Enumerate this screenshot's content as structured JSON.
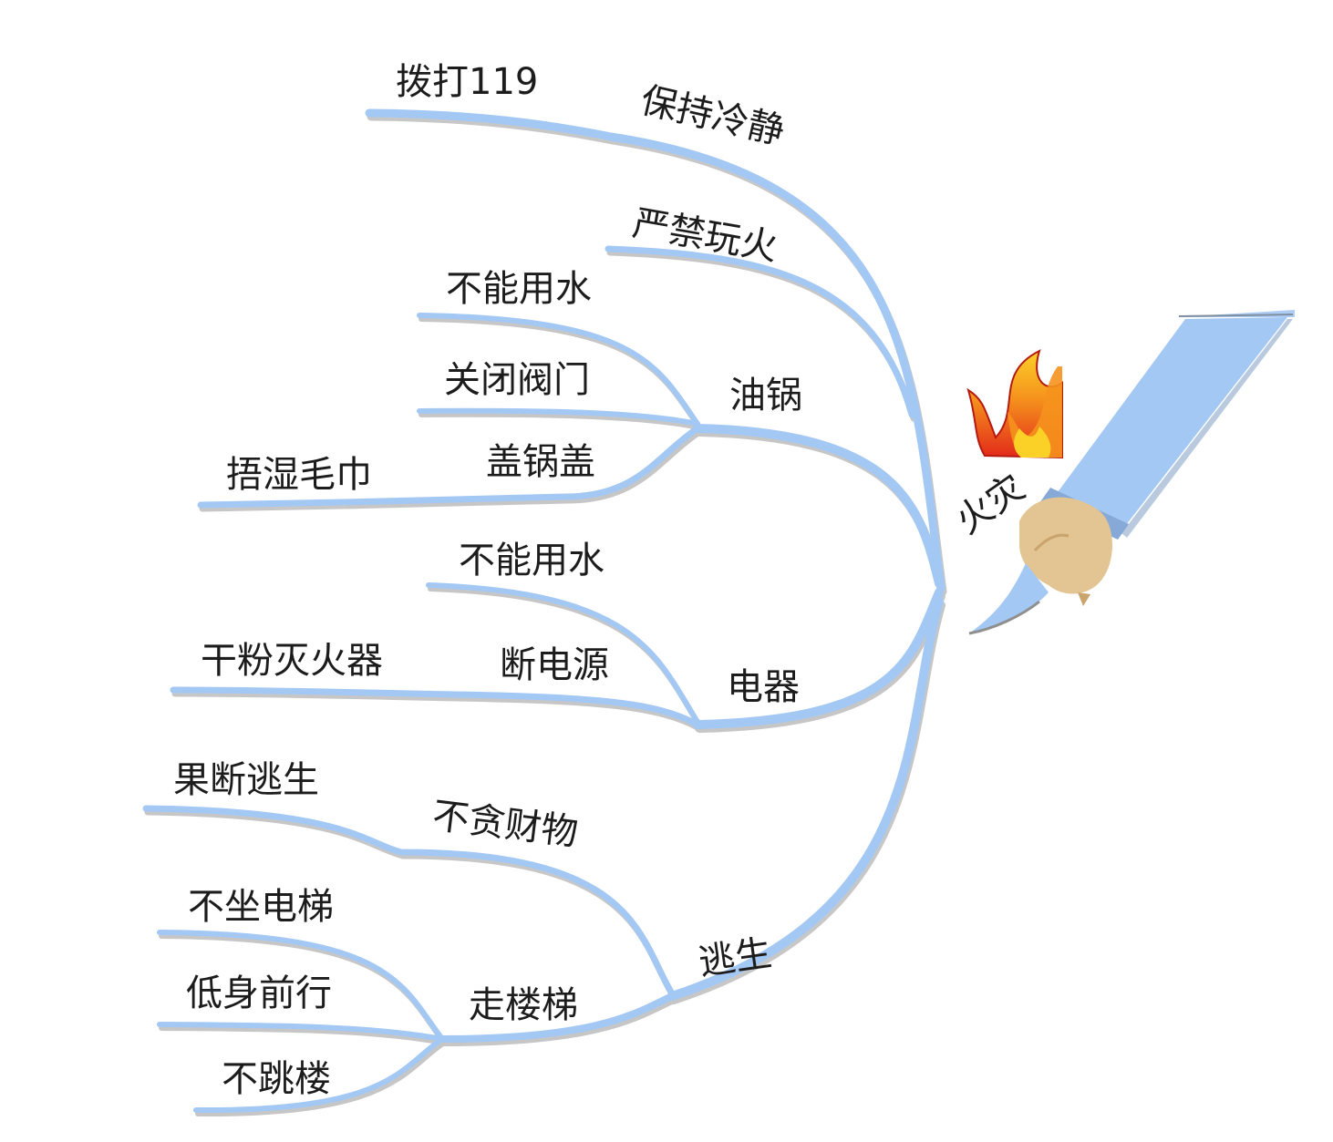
{
  "center": {
    "label": "火灾"
  },
  "branches": [
    {
      "label": "保持冷静",
      "children": [
        {
          "label": "拨打119"
        }
      ]
    },
    {
      "label": "严禁玩火",
      "children": []
    },
    {
      "label": "油锅",
      "children": [
        {
          "label": "不能用水"
        },
        {
          "label": "关闭阀门"
        },
        {
          "label": "盖锅盖",
          "children": [
            {
              "label": "捂湿毛巾"
            }
          ]
        }
      ]
    },
    {
      "label": "电器",
      "children": [
        {
          "label": "不能用水"
        },
        {
          "label": "断电源",
          "children": [
            {
              "label": "干粉灭火器"
            }
          ]
        }
      ]
    },
    {
      "label": "逃生",
      "children": [
        {
          "label": "不贪财物",
          "children": [
            {
              "label": "果断逃生"
            }
          ]
        },
        {
          "label": "走楼梯",
          "children": [
            {
              "label": "不坐电梯"
            },
            {
              "label": "低身前行"
            },
            {
              "label": "不跳楼"
            }
          ]
        }
      ]
    }
  ],
  "colors": {
    "branch": "#a4c8f4",
    "branch_shadow": "#b9b9b9",
    "pen_body": "#a4c8f4",
    "hand": "#e3c594",
    "flame_red": "#e3291a",
    "flame_orange": "#f5921d",
    "flame_yellow": "#fbd128"
  },
  "icons": {
    "decoration": "hand-holding-pen-icon",
    "fire": "fire-icon"
  }
}
